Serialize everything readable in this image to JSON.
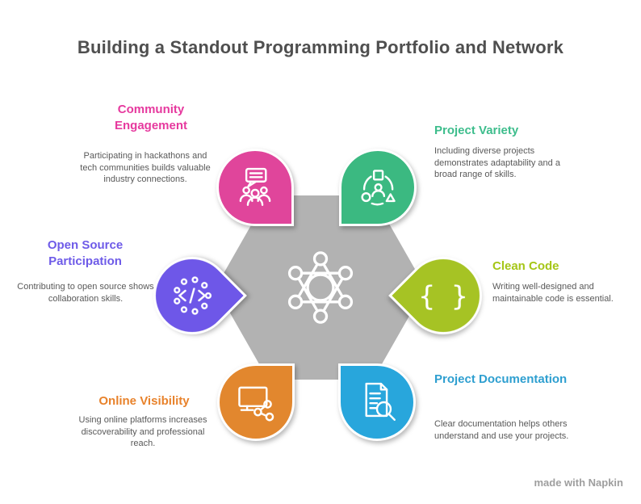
{
  "title": "Building a Standout Programming Portfolio and Network",
  "title_color": "#4F4F4F",
  "body_text_color": "#595959",
  "center": {
    "icon": "network-hub-icon",
    "hexagon_color": "#B2B2B2"
  },
  "nodes": [
    {
      "heading": "Community Engagement",
      "description": "Participating in hackathons and tech communities builds valuable industry connections.",
      "color": "#E0459B",
      "heading_color": "#E6399E",
      "icon": "chat-people-icon"
    },
    {
      "heading": "Project Variety",
      "description": "Including diverse projects demonstrates adaptability and a broad range of skills.",
      "color": "#3BB981",
      "heading_color": "#3DBD8C",
      "icon": "person-shapes-icon"
    },
    {
      "heading": "Open Source Participation",
      "description": "Contributing to open source shows collaboration skills.",
      "color": "#6E57E8",
      "heading_color": "#6E5BE8",
      "icon": "code-community-icon"
    },
    {
      "heading": "Clean Code",
      "description": "Writing well-designed and maintainable code is essential.",
      "color": "#A6C324",
      "heading_color": "#A5C617",
      "icon": "curly-braces-icon"
    },
    {
      "heading": "Online Visibility",
      "description": "Using online platforms increases discoverability and professional reach.",
      "color": "#E2872E",
      "heading_color": "#E8822B",
      "icon": "monitor-share-icon"
    },
    {
      "heading": "Project Documentation",
      "description": "Clear documentation helps others understand and use your projects.",
      "color": "#28A6DC",
      "heading_color": "#2E9FD0",
      "icon": "document-search-icon"
    }
  ],
  "watermark": "made with Napkin"
}
